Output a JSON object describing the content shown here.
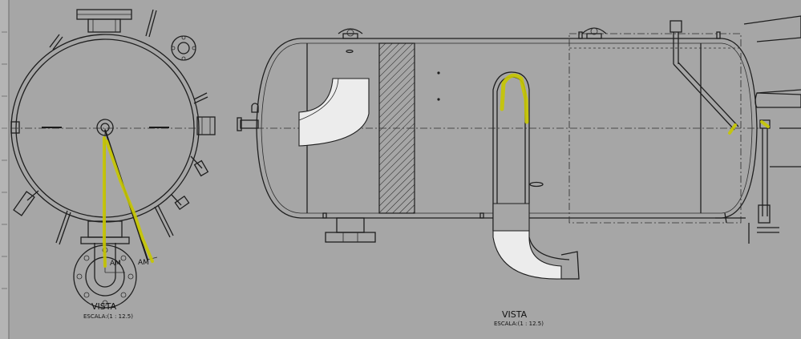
{
  "left_view": {
    "title": "VISTA",
    "scale": "ESCALA:(1 : 12.5)",
    "dim_label_a": "AM",
    "dim_label_b": "AM"
  },
  "right_view": {
    "title": "VISTA",
    "scale": "ESCALA:(1 : 12.5)"
  },
  "colors": {
    "background": "#a6a6a6",
    "lines": "#1e1e1e",
    "highlight": "#c8c800"
  }
}
